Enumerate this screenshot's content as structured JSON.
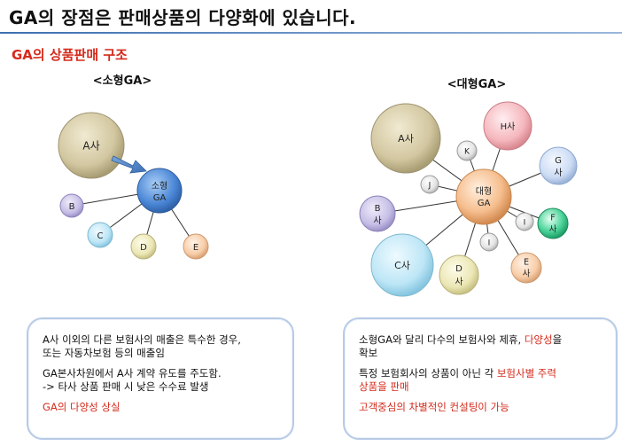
{
  "title": "GA의 장점은 판매상품의 다양화에 있습니다.",
  "subtitle": "GA의 상품판매 구조",
  "left": {
    "label": "<소형GA>",
    "center": {
      "line1": "소형",
      "line2": "GA"
    },
    "nodes": {
      "a": "A사",
      "b": "B",
      "c": "C",
      "d": "D",
      "e": "E"
    }
  },
  "right": {
    "label": "<대형GA>",
    "center": {
      "line1": "대형",
      "line2": "GA"
    },
    "nodes": {
      "a": "A사",
      "h": "H사",
      "k": "K",
      "j": "J",
      "g1": "G",
      "g2": "사",
      "b1": "B",
      "b2": "사",
      "f1": "F",
      "f2": "사",
      "i1": "I",
      "i2": "I",
      "c": "C사",
      "d1": "D",
      "d2": "사",
      "e1": "E",
      "e2": "사"
    }
  },
  "panel_left": {
    "p1_line1": "A사 이외의 다른 보험사의 매출은 특수한 경우,",
    "p1_line2": "또는 자동차보험 등의 매출임",
    "p2_line1": "GA본사차원에서 A사 계약 유도를 주도함.",
    "p2_line2": "-> 타사 상품 판매 시 낮은 수수료 발생",
    "p3": "GA의 다양성 상실"
  },
  "panel_right": {
    "p1_a": "소형GA와 달리 다수의 보험사와 제휴,",
    "p1_b": "다양성",
    "p1_c": "을",
    "p1_line2": "확보",
    "p2_a": "특정 보험회사의 상품이 아닌 각",
    "p2_b": "보험사별 주력",
    "p2_line2": "상품을 판매",
    "p3": "고객중심의 차별적인 컨설팅이 가능"
  },
  "colors": {
    "accent_red": "#d52a1c",
    "small_ga": "#4a86d6",
    "large_ga": "#f6be8e",
    "a_company": "#cfc39b",
    "panel_border": "#b7cbe6"
  }
}
